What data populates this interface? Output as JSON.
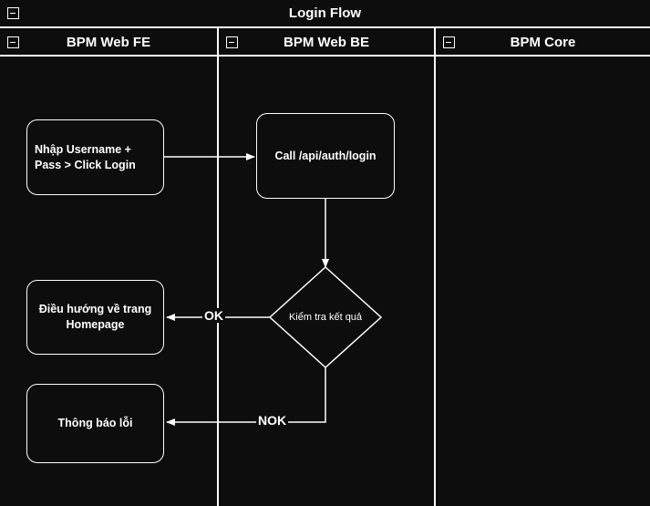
{
  "diagram": {
    "title": "Login Flow",
    "collapse_icon": "collapse-minus-icon",
    "lanes": [
      {
        "id": "fe",
        "label": "BPM Web FE"
      },
      {
        "id": "be",
        "label": "BPM Web BE"
      },
      {
        "id": "core",
        "label": "BPM Core"
      }
    ],
    "nodes": [
      {
        "id": "n1",
        "label": "Nhập Username +\nPass > Click Login",
        "shape": "rounded-rect",
        "lane": "fe"
      },
      {
        "id": "n2",
        "label": "Call /api/auth/login",
        "shape": "rounded-rect",
        "lane": "be"
      },
      {
        "id": "n3",
        "label": "Kiểm tra kết quả",
        "shape": "diamond",
        "lane": "be"
      },
      {
        "id": "n4",
        "label": "Điều hướng về trang\nHomepage",
        "shape": "rounded-rect",
        "lane": "fe"
      },
      {
        "id": "n5",
        "label": "Thông báo lỗi",
        "shape": "rounded-rect",
        "lane": "fe"
      }
    ],
    "edges": [
      {
        "from": "n1",
        "to": "n2",
        "label": ""
      },
      {
        "from": "n2",
        "to": "n3",
        "label": ""
      },
      {
        "from": "n3",
        "to": "n4",
        "label": "OK"
      },
      {
        "from": "n3",
        "to": "n5",
        "label": "NOK"
      }
    ],
    "colors": {
      "background": "#0d0d0d",
      "stroke": "#ffffff",
      "text": "#ffffff"
    }
  }
}
